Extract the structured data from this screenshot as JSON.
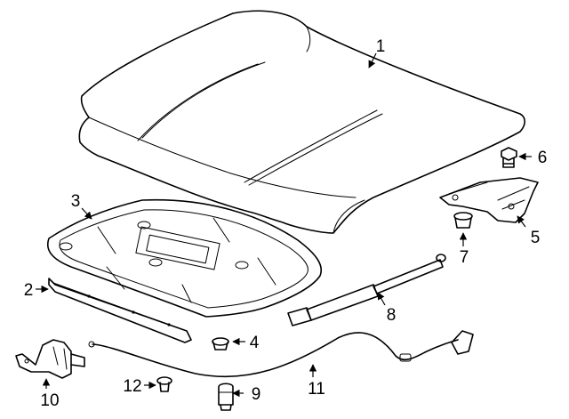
{
  "parts": [
    {
      "callout": "1",
      "icon": "hood-icon"
    },
    {
      "callout": "2",
      "icon": "front-seal-icon"
    },
    {
      "callout": "3",
      "icon": "hood-insulator-icon"
    },
    {
      "callout": "4",
      "icon": "bumper-icon"
    },
    {
      "callout": "5",
      "icon": "hinge-icon"
    },
    {
      "callout": "6",
      "icon": "hinge-bolt-icon"
    },
    {
      "callout": "7",
      "icon": "hinge-nut-icon"
    },
    {
      "callout": "8",
      "icon": "support-strut-icon"
    },
    {
      "callout": "9",
      "icon": "clip-icon"
    },
    {
      "callout": "10",
      "icon": "latch-icon"
    },
    {
      "callout": "11",
      "icon": "release-cable-icon"
    },
    {
      "callout": "12",
      "icon": "retainer-icon"
    }
  ]
}
